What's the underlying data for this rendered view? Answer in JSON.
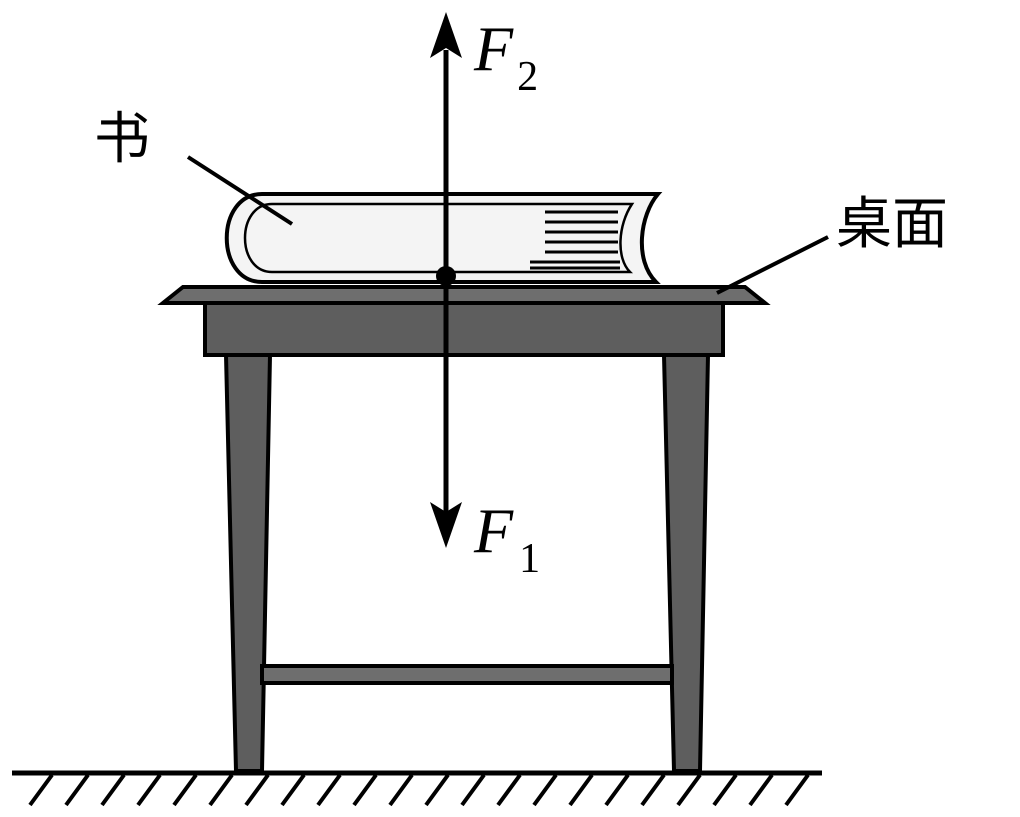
{
  "labels": {
    "book": "书",
    "desk_surface": "桌面",
    "force_up_symbol": "F",
    "force_up_subscript": "2",
    "force_down_symbol": "F",
    "force_down_subscript": "1"
  },
  "colors": {
    "line": "#000000",
    "table_fill": "#5e5e5e",
    "table_top_fill": "#6e6e6e",
    "book_fill": "#f4f4f4",
    "background": "#ffffff"
  }
}
